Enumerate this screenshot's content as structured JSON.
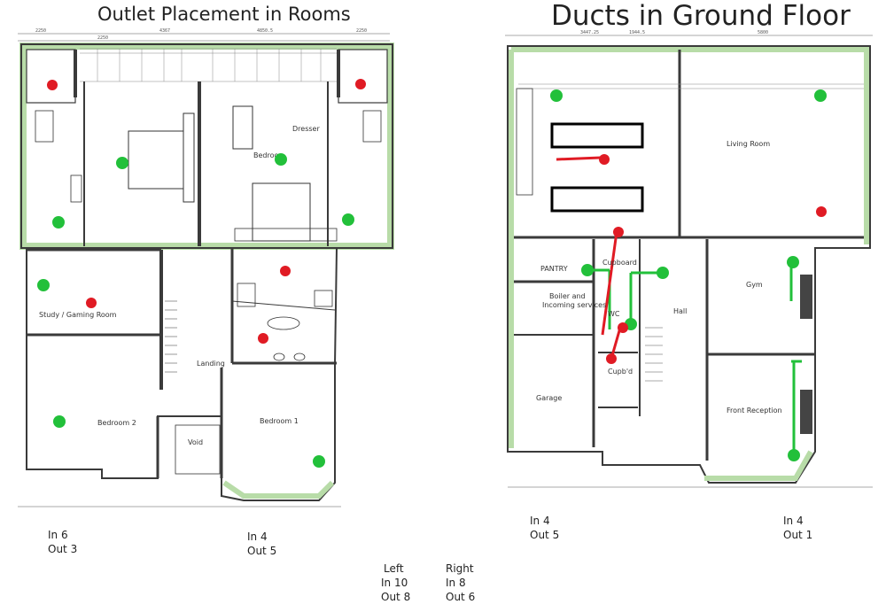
{
  "titles": {
    "left": "Outlet Placement in Rooms",
    "right": "Ducts in Ground Floor"
  },
  "first_floor_rooms": {
    "dresser": "Dresser",
    "bedroom_main": "Bedroo",
    "study": "Study / Gaming Room",
    "landing": "Landing",
    "bedroom2": "Bedroom 2",
    "void": "Void",
    "bedroom1": "Bedroom 1"
  },
  "ground_floor_rooms": {
    "living": "Living Room",
    "pantry": "PANTRY",
    "cupboard": "Cupboard",
    "boiler": "Boiler and",
    "incoming": "Incoming services",
    "wc": "WC",
    "hall": "Hall",
    "gym": "Gym",
    "garage": "Garage",
    "cupbd": "Cupb'd",
    "front_reception": "Front Reception"
  },
  "dimensions": {
    "ff_top": [
      "2250",
      "4367",
      "2250",
      "4850.5",
      "2250"
    ],
    "gf_top": [
      "3447.25",
      "1944.5",
      "5800"
    ]
  },
  "airflow_counts": {
    "ff_left": {
      "in": "In 6",
      "out": "Out 3"
    },
    "ff_right": {
      "in": "In 4",
      "out": "Out 5"
    },
    "gf_left": {
      "in": "In 4",
      "out": "Out 5"
    },
    "gf_right": {
      "in": "In 4",
      "out": "Out 1"
    },
    "total_left": {
      "head": "Left",
      "in": "In 10",
      "out": "Out 8"
    },
    "total_right": {
      "head": "Right",
      "in": "In 8",
      "out": "Out 6"
    }
  },
  "colors": {
    "supply_inlet": "#22c03a",
    "extract_outlet": "#e01b24",
    "wall": "#3a3a3a",
    "wall_insulation": "#b8dca8",
    "duct_outline": "#000000"
  }
}
